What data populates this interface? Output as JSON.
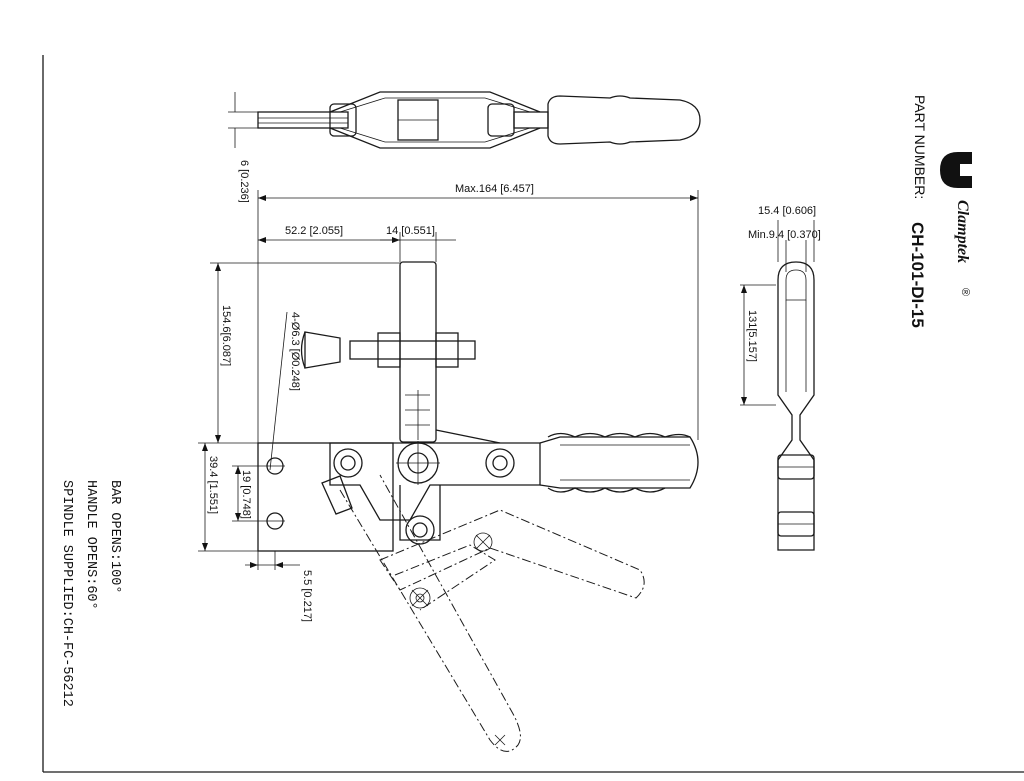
{
  "title_block": {
    "part_number_label": "PART NUMBER:",
    "part_number_value": "CH-101-DI-15",
    "brand_name": "Clamptek",
    "brand_mark": "®",
    "logo_icon": "clamptek-logo-icon"
  },
  "notes": [
    "BAR OPENS:100°",
    "HANDLE OPENS:60°",
    "SPINDLE SUPPLIED:CH-FC-56212"
  ],
  "dimensions": {
    "thickness": "6 [0.236]",
    "max_length": "Max.164 [6.457]",
    "offset_a": "52.2 [2.055]",
    "bar_width": "14 [0.551]",
    "height": "154.6[6.087]",
    "holes": "4-Ø6.3 [Ø0.248]",
    "base_height": "39.4 [1.551]",
    "hole_pitch": "19 [0.748]",
    "edge": "5.5 [0.217]",
    "arm_width": "15.4 [0.606]",
    "slot_min": "Min.9.4 [0.370]",
    "arm_length": "131[5.157]"
  }
}
